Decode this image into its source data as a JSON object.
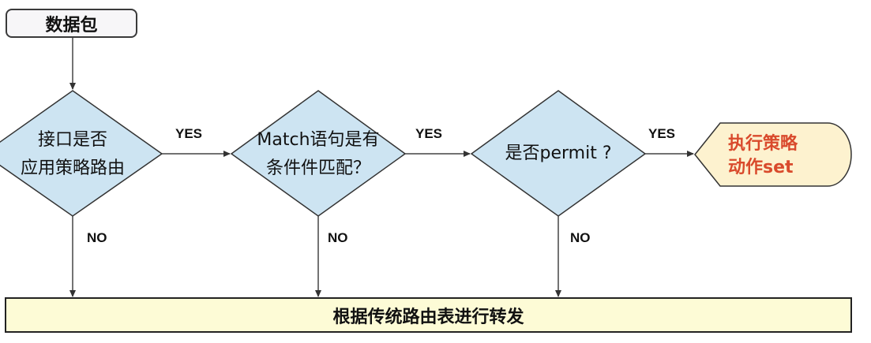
{
  "start": {
    "label": "数据包"
  },
  "decisions": [
    {
      "line1": "接口是否",
      "line2": "应用策略路由"
    },
    {
      "line1": "Match语句是有",
      "line2": "条件件匹配？"
    },
    {
      "line1": "是否permit ?"
    }
  ],
  "edges": {
    "yes_label": "YES",
    "no_label": "NO"
  },
  "action": {
    "line1": "执行策略",
    "line2": "动作set"
  },
  "fallback": {
    "label": "根据传统路由表进行转发"
  },
  "colors": {
    "diamond_fill": "#cde4f2",
    "action_fill": "#fdf2cf",
    "action_text": "#d94a2c",
    "bottom_fill": "#fdfbd6",
    "start_fill": "#f7f6f8"
  }
}
